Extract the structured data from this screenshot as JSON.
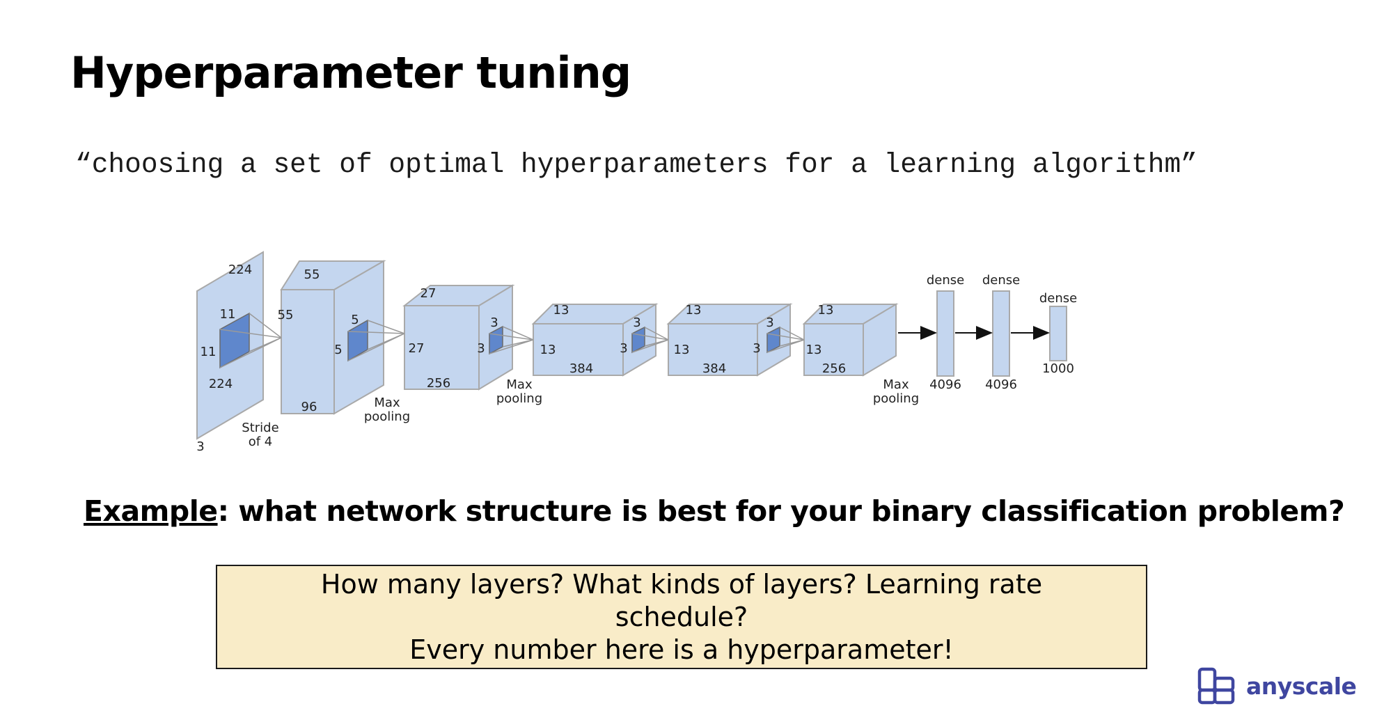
{
  "slide": {
    "title": "Hyperparameter tuning",
    "quote": "“choosing a set of optimal hyperparameters for a learning algorithm”",
    "example_label": "Example",
    "example_text": ": what network structure is best for your binary classification problem?",
    "callout_line1": "How many layers? What kinds of layers? Learning rate",
    "callout_line2": "schedule?",
    "callout_line3": "Every number here is a hyperparameter!"
  },
  "diagram": {
    "input": {
      "top": "224",
      "kernel_h": "11",
      "kernel_w": "11",
      "height": "224",
      "depth": "3",
      "stride": "Stride",
      "stride2": "of 4"
    },
    "conv1": {
      "top": "55",
      "side": "55",
      "kernel_h": "5",
      "kernel_w": "5",
      "depth": "96",
      "pool": "Max",
      "pool2": "pooling"
    },
    "conv2": {
      "top": "27",
      "side": "27",
      "kernel_h": "3",
      "kernel_w": "3",
      "depth": "256",
      "pool": "Max",
      "pool2": "pooling"
    },
    "conv3": {
      "top": "13",
      "side": "13",
      "kernel_h": "3",
      "kernel_w": "3",
      "depth": "384"
    },
    "conv4": {
      "top": "13",
      "side": "13",
      "kernel_h": "3",
      "kernel_w": "3",
      "depth": "384"
    },
    "conv5": {
      "top": "13",
      "side": "13",
      "depth": "256",
      "pool": "Max",
      "pool2": "pooling"
    },
    "dense1": {
      "label": "dense",
      "size": "4096"
    },
    "dense2": {
      "label": "dense",
      "size": "4096"
    },
    "dense3": {
      "label": "dense",
      "size": "1000"
    },
    "colors": {
      "block": "#c4d6ef",
      "kernel": "#5f87cc",
      "edge": "#a9a9a9"
    }
  },
  "brand": {
    "name": "anyscale",
    "color": "#3f46a0"
  }
}
